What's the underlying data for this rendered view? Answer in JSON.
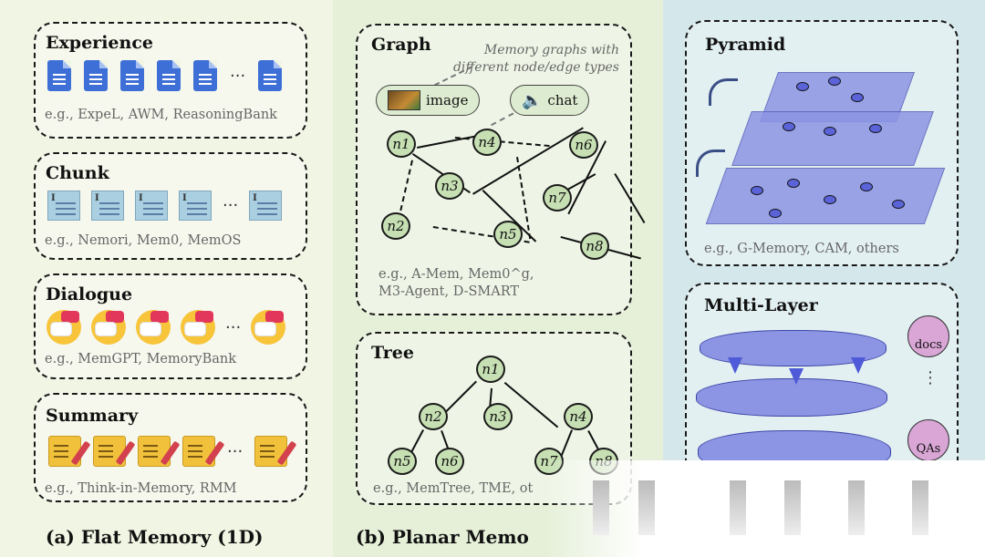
{
  "flat": {
    "caption": "(a) Flat Memory (1D)",
    "experience": {
      "title": "Experience",
      "examples": "e.g., ExpeL, AWM, ReasoningBank"
    },
    "chunk": {
      "title": "Chunk",
      "examples": "e.g., Nemori, Mem0, MemOS"
    },
    "dialogue": {
      "title": "Dialogue",
      "examples": "e.g., MemGPT, MemoryBank"
    },
    "summary": {
      "title": "Summary",
      "examples": "e.g., Think-in-Memory, RMM"
    },
    "ellipsis": "···",
    "chunk_glyph": "I"
  },
  "planar": {
    "caption": "(b) Planar Memo",
    "graph": {
      "title": "Graph",
      "note_line1": "Memory graphs with",
      "note_line2": "different node/edge types",
      "image_label": "image",
      "chat_label": "chat",
      "examples_line1": "e.g., A-Mem, Mem0^g,",
      "examples_line2": "M3-Agent, D-SMART",
      "nodes": [
        "n1",
        "n4",
        "n6",
        "n3",
        "n7",
        "n2",
        "n5",
        "n8"
      ]
    },
    "tree": {
      "title": "Tree",
      "examples": "e.g., MemTree, TME, ot",
      "nodes": [
        "n1",
        "n2",
        "n3",
        "n4",
        "n5",
        "n6",
        "n7",
        "n8"
      ]
    }
  },
  "hier": {
    "pyramid": {
      "title": "Pyramid",
      "examples": "e.g., G-Memory, CAM, others"
    },
    "multilayer": {
      "title": "Multi-Layer",
      "docs_label": "docs",
      "qas_label": "QAs",
      "vellipsis": "⋮"
    }
  },
  "colors": {
    "node_fill": "#c6dfb3",
    "layer_fill": "#8c95e3",
    "doc_blue": "#3d6fd6"
  }
}
